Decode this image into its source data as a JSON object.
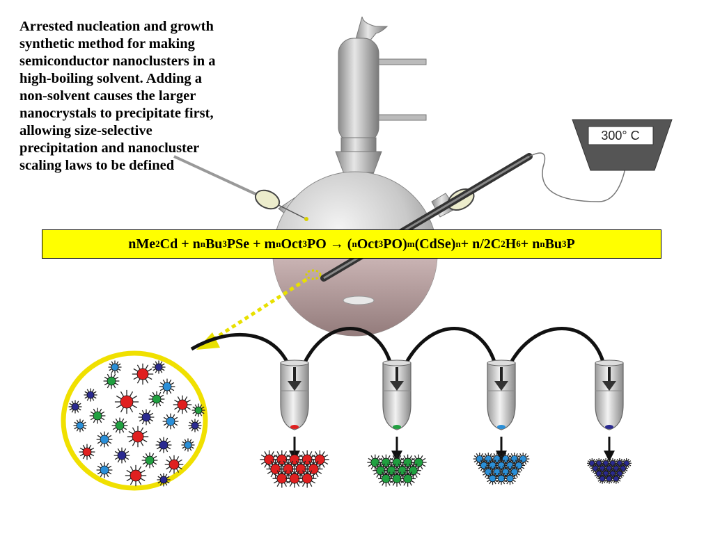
{
  "description": {
    "lines": [
      "Arrested nucleation and growth",
      "synthetic method for making",
      "semiconductor nanoclusters in a",
      "high-boiling solvent.  Adding a",
      "non-solvent causes the larger",
      "nanocrystals to precipitate first,",
      "allowing size-selective",
      "precipitation and nanocluster",
      "scaling laws to be defined"
    ]
  },
  "equation": {
    "parts": [
      {
        "t": "nMe"
      },
      {
        "sub": "2"
      },
      {
        "t": "Cd + n"
      },
      {
        "sup": "n"
      },
      {
        "t": "Bu"
      },
      {
        "sub": "3"
      },
      {
        "t": "PSe + m"
      },
      {
        "sup": "n"
      },
      {
        "t": "Oct"
      },
      {
        "sub": "3"
      },
      {
        "t": "PO → ("
      },
      {
        "sup": "n"
      },
      {
        "t": "Oct"
      },
      {
        "sub": "3"
      },
      {
        "t": "PO)"
      },
      {
        "sub": "m"
      },
      {
        "t": "(CdSe)"
      },
      {
        "sub": "n"
      },
      {
        "t": " + n/2C"
      },
      {
        "sub": "2"
      },
      {
        "t": "H"
      },
      {
        "sub": "6"
      },
      {
        "t": " + n"
      },
      {
        "sup": "n"
      },
      {
        "t": "Bu"
      },
      {
        "sub": "3"
      },
      {
        "t": "P"
      }
    ]
  },
  "thermometer": {
    "readout": "300° C"
  },
  "colors": {
    "highlight": "#ffff00",
    "red_cluster": "#e02020",
    "green_cluster": "#20a040",
    "blue_cluster": "#2a8fd8",
    "navy_cluster": "#2a2a90",
    "glass": "#c8c8c8"
  },
  "tubes": [
    {
      "particle_color": "#e02020"
    },
    {
      "particle_color": "#20a040"
    },
    {
      "particle_color": "#2a8fd8"
    },
    {
      "particle_color": "#2a2a90"
    }
  ]
}
